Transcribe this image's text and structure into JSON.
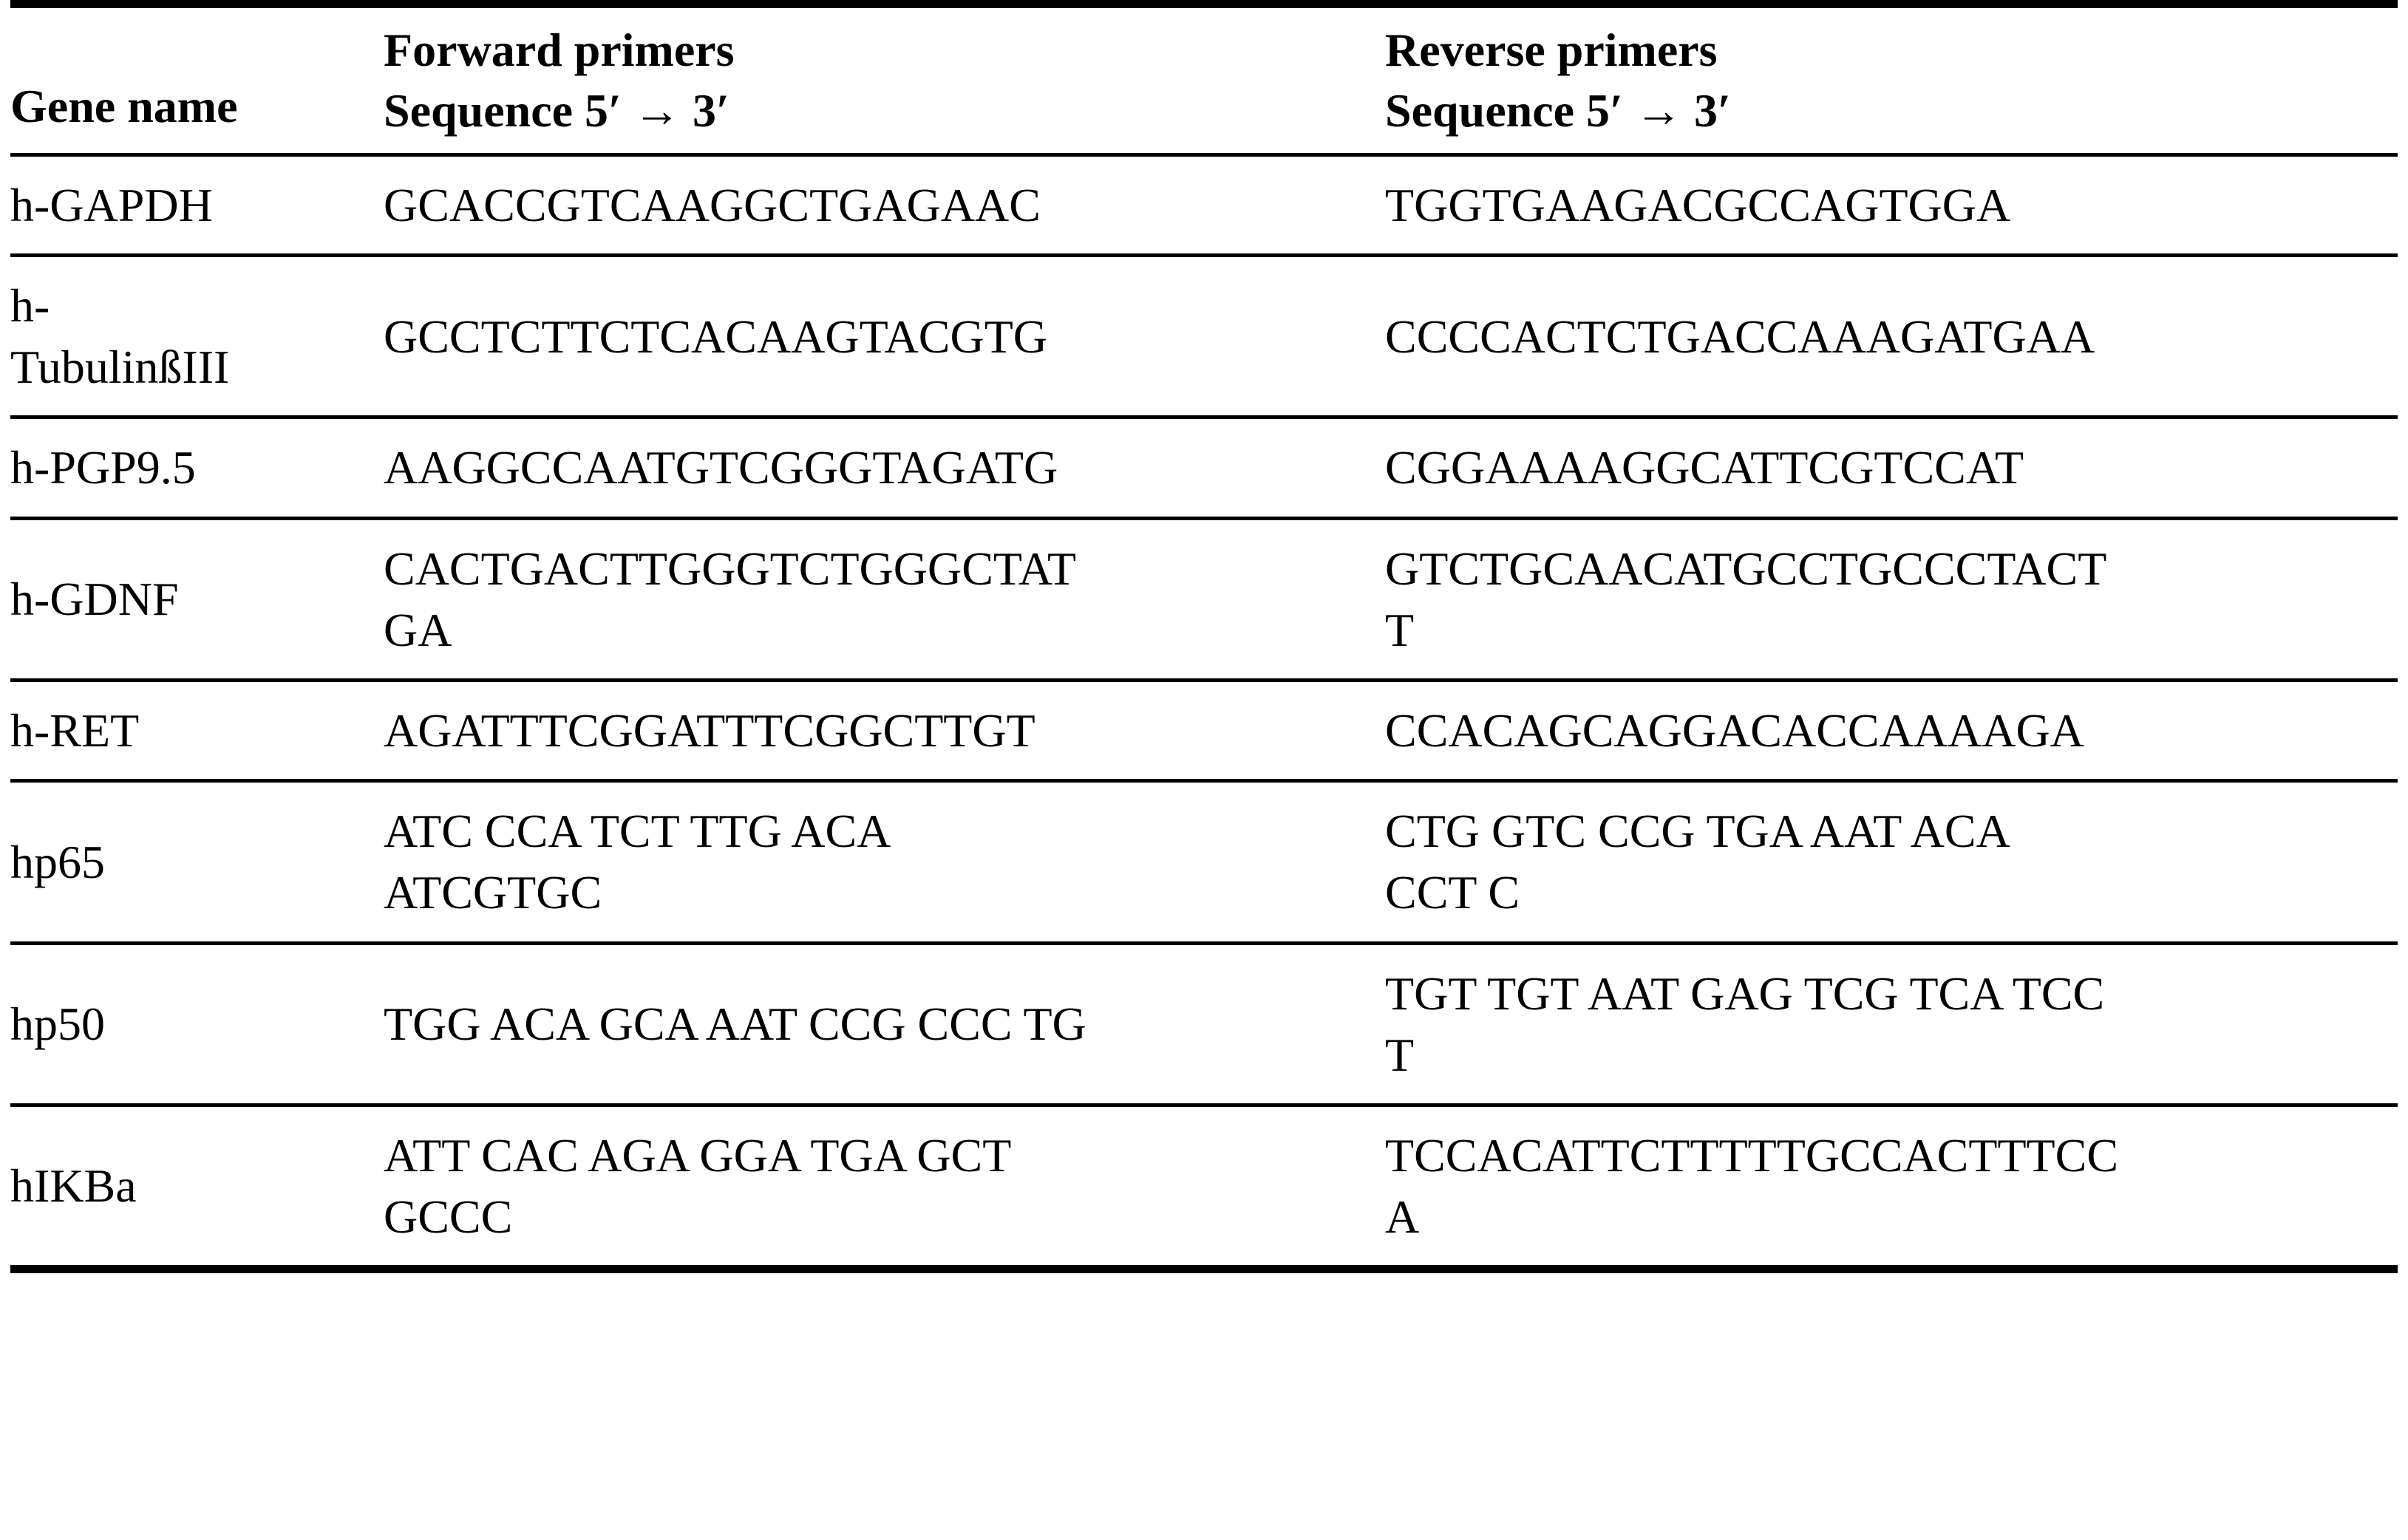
{
  "table": {
    "columns": [
      {
        "key": "gene",
        "header_line1": "Gene name",
        "header_line2": ""
      },
      {
        "key": "forward",
        "header_line1": "Forward primers",
        "header_line2": "Sequence 5′ → 3′"
      },
      {
        "key": "reverse",
        "header_line1": "Reverse primers",
        "header_line2": "Sequence 5′ → 3′"
      }
    ],
    "rows": [
      {
        "gene_line1": "h-GAPDH",
        "gene_line2": "",
        "forward_line1": "GCACCGTCAAGGCTGAGAAC",
        "forward_line2": "",
        "reverse_line1": "TGGTGAAGACGCCAGTGGA",
        "reverse_line2": ""
      },
      {
        "gene_line1": "h-",
        "gene_line2": "TubulinßIII",
        "forward_line1": "GCCTCTTCTCACAAGTACGTG",
        "forward_line2": "",
        "reverse_line1": "CCCCACTCTGACCAAAGATGAA",
        "reverse_line2": ""
      },
      {
        "gene_line1": "h-PGP9.5",
        "gene_line2": "",
        "forward_line1": "AAGGCCAATGTCGGGTAGATG",
        "forward_line2": "",
        "reverse_line1": "CGGAAAAGGCATTCGTCCAT",
        "reverse_line2": ""
      },
      {
        "gene_line1": "h-GDNF",
        "gene_line2": "",
        "forward_line1": "CACTGACTTGGGTCTGGGCTAT",
        "forward_line2": "GA",
        "reverse_line1": "GTCTGCAACATGCCTGCCCTACT",
        "reverse_line2": "T"
      },
      {
        "gene_line1": "h-RET",
        "gene_line2": "",
        "forward_line1": "AGATTTCGGATTTCGGCTTGT",
        "forward_line2": "",
        "reverse_line1": "CCACAGCAGGACACCAAAAGA",
        "reverse_line2": ""
      },
      {
        "gene_line1": "hp65",
        "gene_line2": "",
        "forward_line1": "ATC CCA TCT TTG ACA",
        "forward_line2": "ATCGTGC",
        "reverse_line1": "CTG GTC CCG TGA AAT ACA",
        "reverse_line2": "CCT C"
      },
      {
        "gene_line1": "hp50",
        "gene_line2": "",
        "forward_line1": "TGG ACA GCA AAT CCG CCC TG",
        "forward_line2": "",
        "reverse_line1": "TGT TGT AAT GAG TCG TCA TCC",
        "reverse_line2": "T"
      },
      {
        "gene_line1": "hIKBa",
        "gene_line2": "",
        "forward_line1": "ATT CAC AGA GGA TGA GCT",
        "forward_line2": "GCCC",
        "reverse_line1": "TCCACATTCTTTTTGCCACTTTCC",
        "reverse_line2": "A"
      }
    ]
  },
  "style": {
    "text_color": "#000000",
    "background_color": "#ffffff",
    "rule_color": "#000000"
  }
}
